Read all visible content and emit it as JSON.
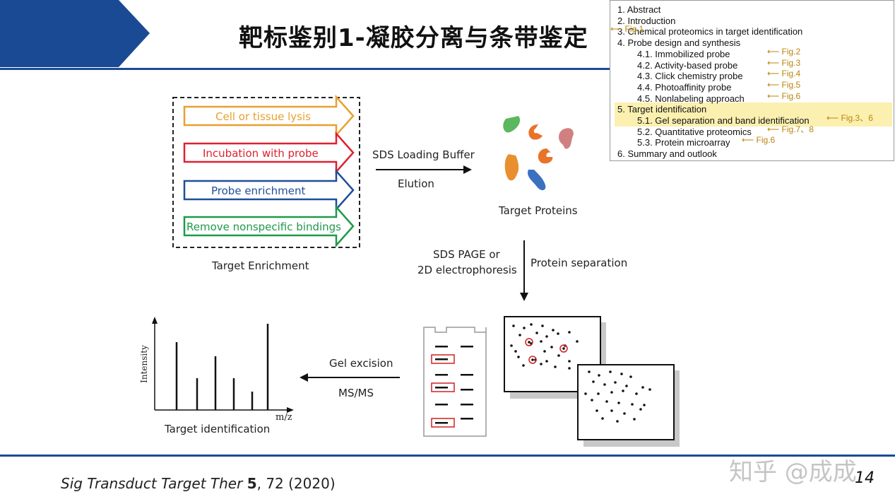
{
  "slide": {
    "title": "靶标鉴别1-凝胶分离与条带鉴定",
    "page_number": "14",
    "watermark": "知乎 @成成",
    "citation": {
      "journal": "Sig Transduct Target Ther",
      "volume": "5",
      "rest": ", 72 (2020)"
    },
    "colors": {
      "banner_blue": "#1a4a94",
      "rule_blue": "#1a4a94",
      "toc_arrow": "#b8860b",
      "highlight": "#fbf0b0"
    }
  },
  "toc": {
    "items": [
      {
        "text": "1. Abstract"
      },
      {
        "text": "2. Introduction"
      },
      {
        "text": "3. Chemical proteomics in target identification",
        "ref": "Fig.1"
      },
      {
        "text": "4. Probe design and synthesis"
      },
      {
        "text": "4.1. Immobilized probe",
        "ref": "Fig.2"
      },
      {
        "text": "4.2. Activity-based probe",
        "ref": "Fig.3"
      },
      {
        "text": "4.3. Click chemistry probe",
        "ref": "Fig.4"
      },
      {
        "text": "4.4. Photoaffinity probe",
        "ref": "Fig.5"
      },
      {
        "text": "4.5. Nonlabeling approach",
        "ref": "Fig.6"
      },
      {
        "text": "5. Target identification"
      },
      {
        "text": "5.1. Gel separation and band identification",
        "ref": "Fig.3、6"
      },
      {
        "text": "5.2. Quantitative proteomics",
        "ref": "Fig.7、8"
      },
      {
        "text": "5.3. Protein microarray",
        "ref": "Fig.6"
      },
      {
        "text": "6. Summary and outlook"
      }
    ]
  },
  "diagram": {
    "enrichment_steps": [
      {
        "label": "Cell or tissue lysis",
        "color": "#e8a030"
      },
      {
        "label": "Incubation with probe",
        "color": "#e02030"
      },
      {
        "label": "Probe enrichment",
        "color": "#1f4e9a"
      },
      {
        "label": "Remove nonspecific bindings",
        "color": "#1f9a4a"
      }
    ],
    "labels": {
      "target_enrichment": "Target Enrichment",
      "sds_loading": "SDS Loading Buffer",
      "elution": "Elution",
      "target_proteins": "Target Proteins",
      "sds_page": "SDS PAGE or",
      "electrophoresis": "2D electrophoresis",
      "protein_separation": "Protein separation",
      "gel_excision": "Gel excision",
      "ms_ms": "MS/MS",
      "intensity": "Intensity",
      "mz": "m/z",
      "target_identification": "Target identification"
    },
    "protein_colors": [
      "#5bb85d",
      "#e8742a",
      "#d08080",
      "#e8742a",
      "#e89030",
      "#3a70c0"
    ]
  }
}
